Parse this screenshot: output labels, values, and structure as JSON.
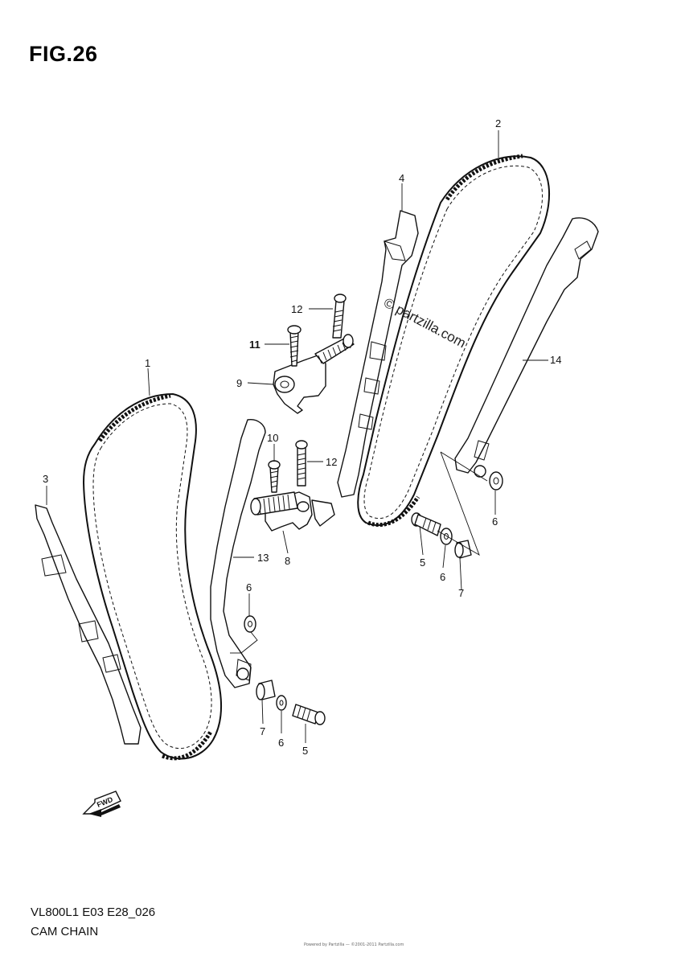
{
  "figure": {
    "title": "FIG.26",
    "code": "VL800L1 E03 E28_026",
    "name": "CAM CHAIN",
    "watermark": "Powered by Partzilla — ©2001-2011 Partzilla.com"
  },
  "copyright_text": "© partzilla.com",
  "fwd_label": "FWD",
  "callouts": [
    {
      "id": "c-2",
      "number": "2",
      "bold": false
    },
    {
      "id": "c-4",
      "number": "4",
      "bold": false
    },
    {
      "id": "c-12a",
      "number": "12",
      "bold": false
    },
    {
      "id": "c-11",
      "number": "11",
      "bold": true
    },
    {
      "id": "c-9",
      "number": "9",
      "bold": false
    },
    {
      "id": "c-1",
      "number": "1",
      "bold": false
    },
    {
      "id": "c-10",
      "number": "10",
      "bold": false
    },
    {
      "id": "c-12b",
      "number": "12",
      "bold": false
    },
    {
      "id": "c-14",
      "number": "14",
      "bold": false
    },
    {
      "id": "c-3",
      "number": "3",
      "bold": false
    },
    {
      "id": "c-6a",
      "number": "6",
      "bold": false
    },
    {
      "id": "c-13",
      "number": "13",
      "bold": false
    },
    {
      "id": "c-8",
      "number": "8",
      "bold": false
    },
    {
      "id": "c-5a",
      "number": "5",
      "bold": false
    },
    {
      "id": "c-6b",
      "number": "6",
      "bold": false
    },
    {
      "id": "c-7a",
      "number": "7",
      "bold": false
    },
    {
      "id": "c-6c",
      "number": "6",
      "bold": false
    },
    {
      "id": "c-7b",
      "number": "7",
      "bold": false
    },
    {
      "id": "c-6d",
      "number": "6",
      "bold": false
    },
    {
      "id": "c-5b",
      "number": "5",
      "bold": false
    }
  ]
}
